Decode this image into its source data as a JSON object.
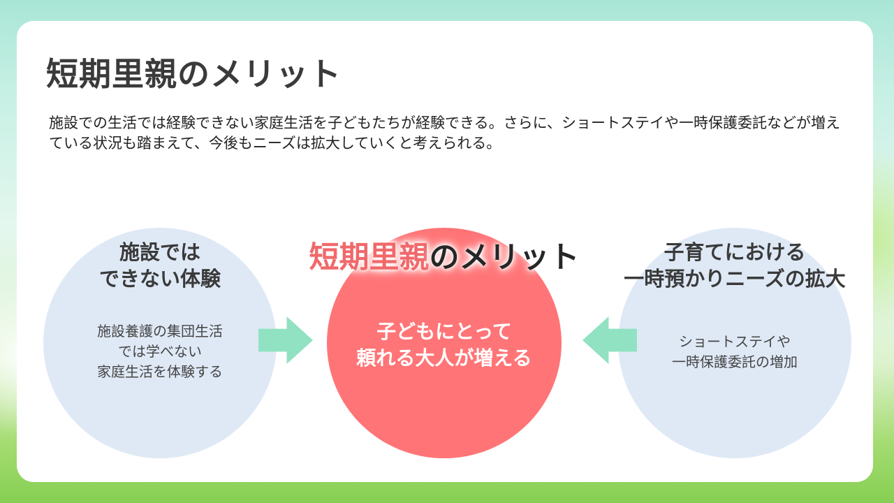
{
  "title": "短期里親のメリット",
  "description": "施設での生活では経験できない家庭生活を子どもたちが経験できる。さらに、ショートステイや一時保護委託などが増えている状況も踏まえて、今後もニーズは拡大していくと考えられる。",
  "left_circle": {
    "heading": "施設では\nできない体験",
    "body": "施設養護の集団生活\nでは学べない\n家庭生活を体験する"
  },
  "center_circle": {
    "title_accent": "短期里親",
    "title_rest": "のメリット",
    "body": "子どもにとって\n頼れる大人が増える"
  },
  "right_circle": {
    "heading": "子育てにおける\n一時預かりニーズの拡大",
    "body": "ショートステイや\n一時保護委託の増加"
  },
  "colors": {
    "accent": "#ff7577",
    "side_circle": "#dfe9f6",
    "arrow": "#90e2c2"
  }
}
